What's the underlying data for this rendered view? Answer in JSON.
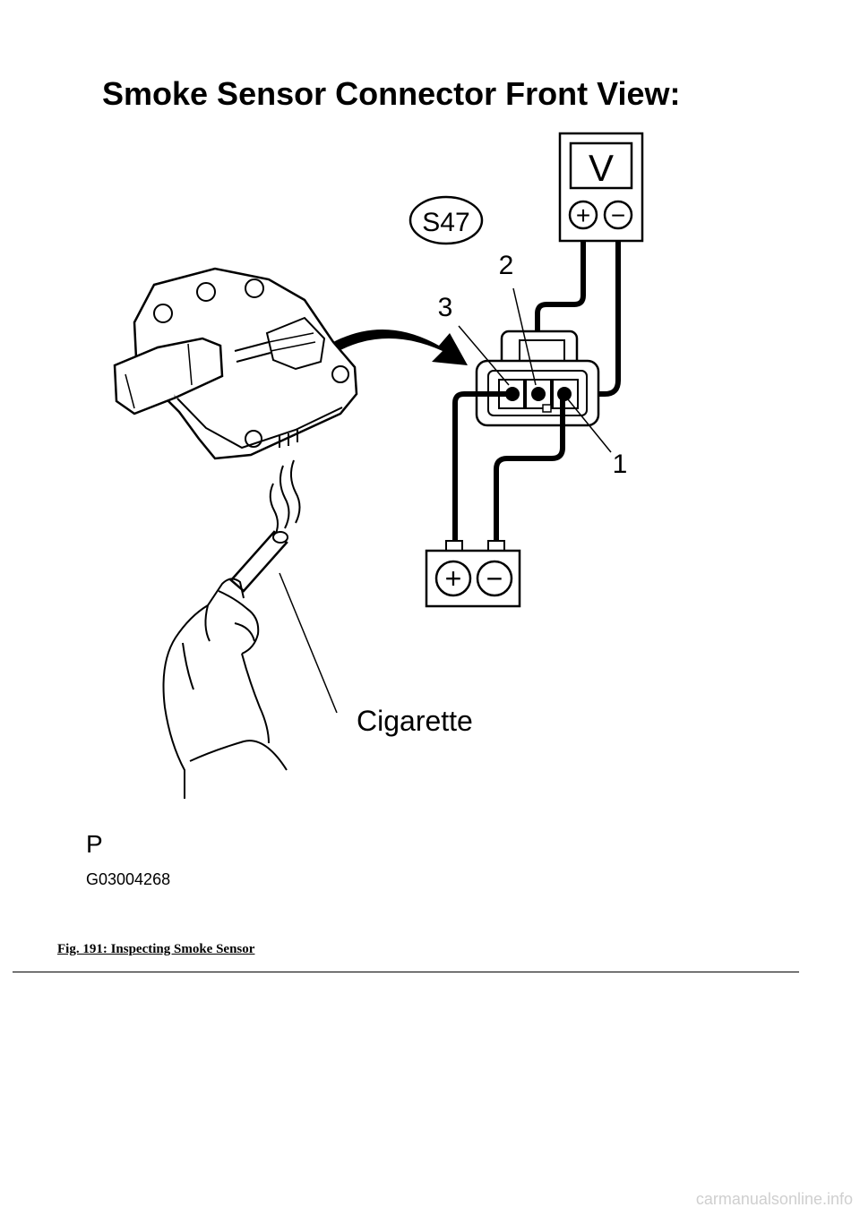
{
  "diagram": {
    "title": "Smoke Sensor Connector Front View:",
    "connector_id": "S47",
    "voltmeter_symbol": "V",
    "voltmeter_plus": "+",
    "voltmeter_minus": "−",
    "battery_plus": "+",
    "battery_minus": "−",
    "terminal_labels": [
      "2",
      "3",
      "1"
    ],
    "callout_cigarette": "Cigarette",
    "view_letter": "P",
    "figure_code": "G03004268"
  },
  "caption": "Fig. 191: Inspecting Smoke Sensor",
  "watermark": "carmanualsonline.info"
}
